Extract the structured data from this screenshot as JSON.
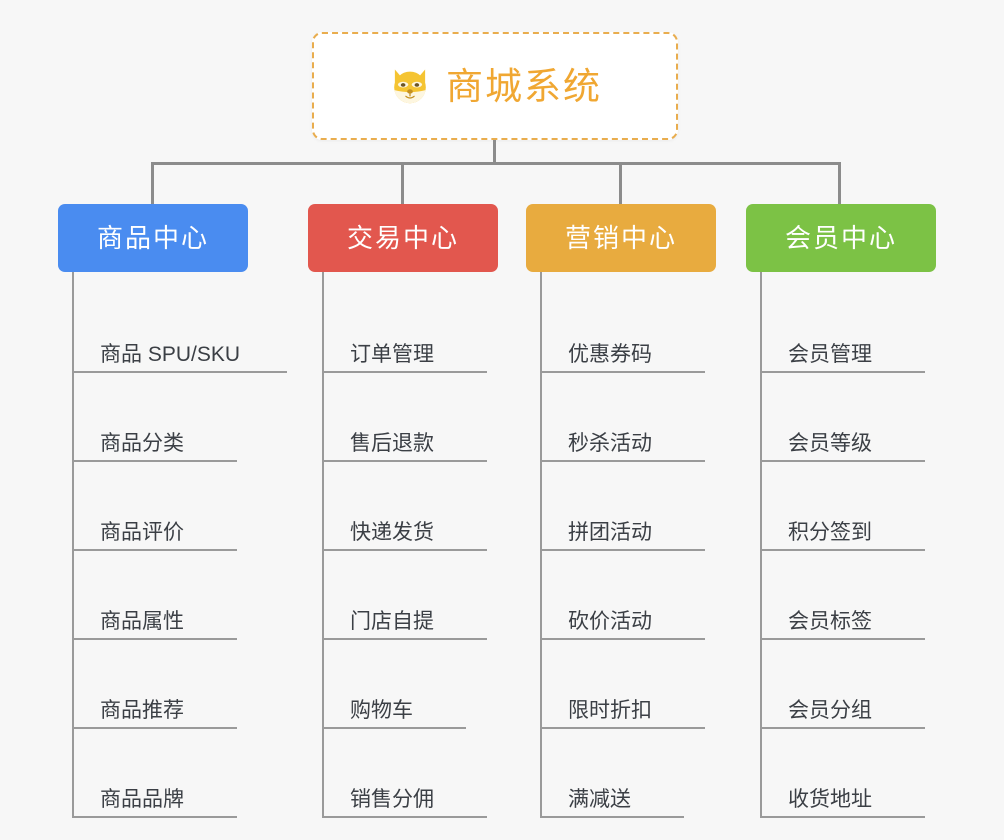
{
  "page": {
    "background_color": "#f7f7f7",
    "connector_color": "#8c8c8c",
    "leaf_line_color": "#9a9a9a",
    "leaf_text_color": "#3b3f45"
  },
  "root": {
    "title": "商城系统",
    "icon": "dog-face-icon",
    "text_color": "#f0a732",
    "border_color": "#e9ad4e",
    "background_color": "#ffffff"
  },
  "columns": [
    {
      "id": "product-center",
      "label": "商品中心",
      "color": "#4a8cf0",
      "items": [
        {
          "label": "商品 SPU/SKU"
        },
        {
          "label": "商品分类"
        },
        {
          "label": "商品评价"
        },
        {
          "label": "商品属性"
        },
        {
          "label": "商品推荐"
        },
        {
          "label": "商品品牌"
        }
      ]
    },
    {
      "id": "trade-center",
      "label": "交易中心",
      "color": "#e2574e",
      "items": [
        {
          "label": "订单管理"
        },
        {
          "label": "售后退款"
        },
        {
          "label": "快递发货"
        },
        {
          "label": "门店自提"
        },
        {
          "label": "购物车"
        },
        {
          "label": "销售分佣"
        }
      ]
    },
    {
      "id": "marketing-center",
      "label": "营销中心",
      "color": "#e8ab3f",
      "items": [
        {
          "label": "优惠券码"
        },
        {
          "label": "秒杀活动"
        },
        {
          "label": "拼团活动"
        },
        {
          "label": "砍价活动"
        },
        {
          "label": "限时折扣"
        },
        {
          "label": "满减送"
        }
      ]
    },
    {
      "id": "member-center",
      "label": "会员中心",
      "color": "#7cc245",
      "items": [
        {
          "label": "会员管理"
        },
        {
          "label": "会员等级"
        },
        {
          "label": "积分签到"
        },
        {
          "label": "会员标签"
        },
        {
          "label": "会员分组"
        },
        {
          "label": "收货地址"
        }
      ]
    }
  ]
}
